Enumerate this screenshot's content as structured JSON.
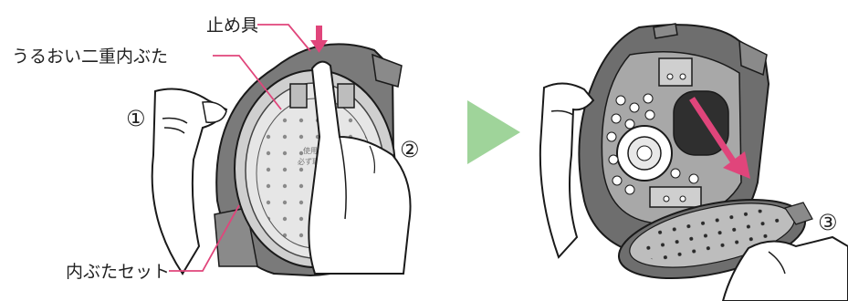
{
  "labels": {
    "stopper": "止め具",
    "inner_lid": "うるおい二重内ぶた",
    "lid_set": "内ぶたセット"
  },
  "steps": {
    "s1": "①",
    "s2": "②",
    "s3": "③"
  },
  "colors": {
    "leader_line": "#e0457b",
    "arrow": "#e0457b",
    "next_arrow": "#9fd49a",
    "lid_dark": "#6e6e6e",
    "lid_light": "#d9d9d9",
    "outline": "#1a1a1a"
  },
  "icons": {
    "push_arrow": "arrow-down-icon",
    "next_step": "triangle-right-icon",
    "pull_arrow": "arrow-diagonal-icon"
  }
}
